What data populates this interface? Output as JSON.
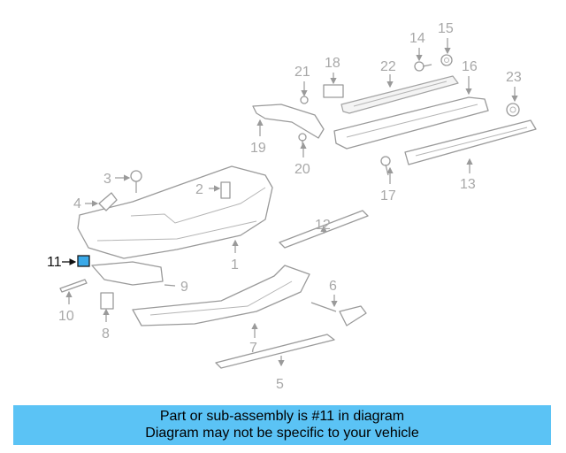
{
  "callouts": {
    "c1": "1",
    "c2": "2",
    "c3": "3",
    "c4": "4",
    "c5": "5",
    "c6": "6",
    "c7": "7",
    "c8": "8",
    "c9": "9",
    "c10": "10",
    "c11": "11",
    "c12": "12",
    "c13": "13",
    "c14": "14",
    "c15": "15",
    "c16": "16",
    "c17": "17",
    "c18": "18",
    "c19": "19",
    "c20": "20",
    "c21": "21",
    "c22": "22",
    "c23": "23"
  },
  "highlight": {
    "color": "#3aa9e8"
  },
  "banner": {
    "line1": "Part or sub-assembly is #11 in diagram",
    "line2": "Diagram may not be specific to your vehicle",
    "background": "#5bc3f5"
  }
}
